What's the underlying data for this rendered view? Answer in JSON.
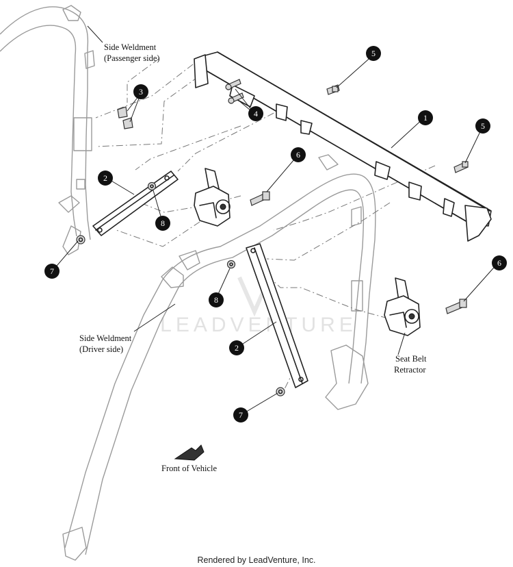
{
  "labels": {
    "passenger_weldment_l1": "Side Weldment",
    "passenger_weldment_l2": "(Passenger side)",
    "driver_weldment_l1": "Side Weldment",
    "driver_weldment_l2": "(Driver side)",
    "retractor_l1": "Seat Belt",
    "retractor_l2": "Retractor",
    "front": "Front of Vehicle"
  },
  "callouts": [
    "1",
    "2",
    "3",
    "4",
    "5",
    "5",
    "6",
    "6",
    "7",
    "7",
    "8",
    "8",
    "2"
  ],
  "watermark": "LEADVENTURE",
  "credit": "Rendered by LeadVenture, Inc.",
  "colors": {
    "ink": "#222222",
    "callout_fill": "#111111",
    "watermark": "#e2e2e2"
  }
}
